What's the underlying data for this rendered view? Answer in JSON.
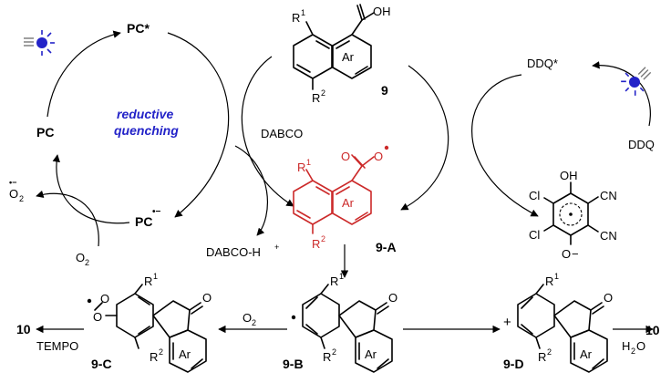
{
  "left_cycle": {
    "pc_excited": "PC*",
    "pc": "PC",
    "pc_radical_anion": "PC",
    "pc_radical_anion_charge": "•−",
    "reductive_line1": "reductive",
    "reductive_line2": "quenching",
    "o2": "O",
    "o2_sub": "2",
    "superoxide": "O",
    "superoxide_sub": "2",
    "superoxide_charge": "•−",
    "accent_color": "#2323c8"
  },
  "right_cycle": {
    "ddq_excited": "DDQ*",
    "ddq": "DDQ"
  },
  "middle": {
    "dabco": "DABCO",
    "dabco_h": "DABCO-H",
    "dabco_h_sup": "+"
  },
  "compound_9": {
    "label": "9",
    "oh": "OH",
    "r1": "R",
    "r1_sup": "1",
    "r2": "R",
    "r2_sup": "2",
    "ar": "Ar"
  },
  "compound_9A": {
    "label": "9-A",
    "r1": "R",
    "r1_sup": "1",
    "r2": "R",
    "r2_sup": "2",
    "ar": "Ar",
    "o": "O",
    "highlight_color": "#cc2a2a"
  },
  "ddq_radical_anion": {
    "oh": "OH",
    "cn1": "CN",
    "cn2": "CN",
    "cl1": "Cl",
    "cl2": "Cl",
    "o_minus": "O",
    "minus": "−"
  },
  "bottom": {
    "product_left": "10",
    "tempo": "TEMPO",
    "label_9C": "9-C",
    "o2": "O",
    "o2_sub": "2",
    "label_9B": "9-B",
    "label_9D": "9-D",
    "plus": "+",
    "h2o": "H",
    "h2o_sub": "2",
    "h2o_o": "O",
    "product_right": "10",
    "r1": "R",
    "r1_sup": "1",
    "r2": "R",
    "r2_sup": "2",
    "ar": "Ar",
    "o": "O"
  }
}
